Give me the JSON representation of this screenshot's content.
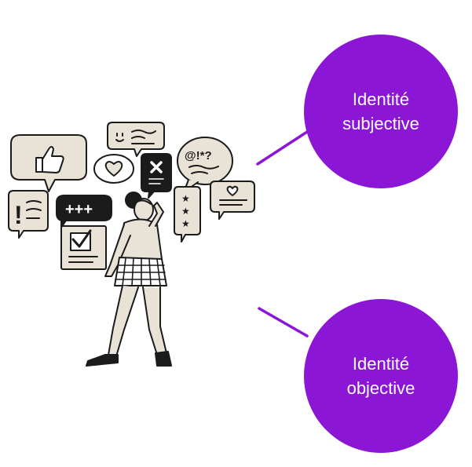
{
  "nodes": [
    {
      "id": "subjective",
      "label_line1": "Identité",
      "label_line2": "subjective"
    },
    {
      "id": "objective",
      "label_line1": "Identité",
      "label_line2": "objective"
    }
  ],
  "colors": {
    "accent": "#8B16D6",
    "ink": "#1b1b1b",
    "paper": "#e9e2d7",
    "white": "#ffffff"
  },
  "illustration": {
    "bubble_glyphs": [
      "+++",
      "@!*?",
      "!",
      "☆",
      "♥",
      "✕",
      "✓"
    ]
  }
}
